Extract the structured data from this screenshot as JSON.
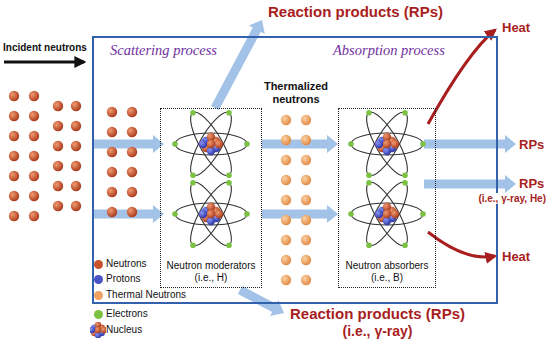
{
  "diagram": {
    "nodes": [
      {
        "text": [
          "Scattering process",
          "Absorption process",
          "Thermalized neutrons"
        ]
      },
      {
        "text": [
          "Neutron moderators (i.e., H)"
        ],
        "in": 0
      },
      {
        "text": [
          "Neutron absorbers (i.e., B)"
        ],
        "in": 0
      }
    ],
    "edges": [
      {
        "from": 1,
        "to": 2,
        "arrow": "to"
      },
      {
        "from": 1,
        "to": 2,
        "arrow": "to"
      }
    ],
    "labels": [
      "Reaction products (RPs)",
      "Incident neutrons",
      "Heat",
      "RPs",
      "RPs",
      "(i.e., γ-ray, He)",
      "Heat",
      "Reaction products (RPs)",
      "(i.e., γ-ray)"
    ],
    "legend": [
      {
        "text": "Neutrons",
        "color": "#c8502a"
      },
      {
        "text": "Protons",
        "color": "#4a52c8"
      },
      {
        "text": "Thermal Neutrons",
        "color": "#f0a060"
      },
      {
        "text": "Electrons",
        "color": "#7cc242"
      },
      {
        "text": "Nucleus"
      }
    ]
  }
}
